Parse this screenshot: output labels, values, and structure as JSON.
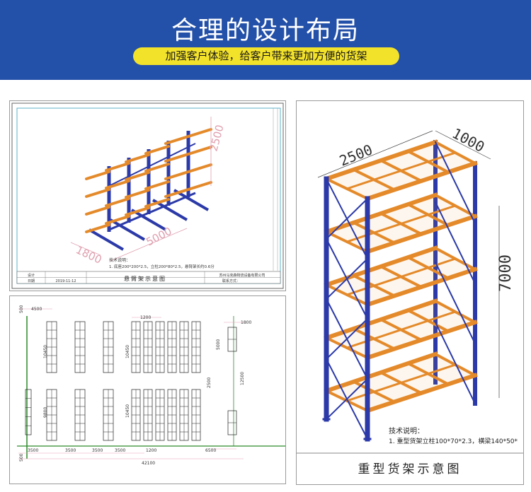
{
  "header": {
    "title": "合理的设计布局",
    "subtitle": "加强客户体验，给客户带来更加方便的货架"
  },
  "cantilever": {
    "dim_height": "2500",
    "dim_depth": "1800",
    "dim_length": "5000",
    "tech_heading": "技术说明：",
    "tech_text": "1. 底座200*200*2.5，立柱200*80*2.5，悬臂架长约0.6分",
    "design_label": "设计",
    "date_label": "日期",
    "date_value": "2019-11-12",
    "drawing_title": "悬臂架示意图",
    "company": "苏州马克森物流设备有限公司",
    "contact_label": "联系方式："
  },
  "layout_plan": {
    "dims": [
      "4500",
      "1200",
      "1800",
      "10450",
      "10450",
      "5000",
      "2500",
      "12500",
      "3500",
      "3500",
      "3500",
      "3500",
      "1200",
      "6500",
      "42100",
      "500",
      "500",
      "10450",
      "9800"
    ]
  },
  "heavy_rack": {
    "dim_width": "2500",
    "dim_depth": "1000",
    "dim_height": "7000",
    "tech_heading": "技术说明：",
    "tech_text": "1. 重型货架立柱100*70*2.3，横梁140*50*",
    "caption": "重型货架示意图"
  },
  "colors": {
    "banner": "#2350a8",
    "pill": "#f3e22a",
    "upright": "#2b3aa8",
    "beam": "#e48a2a",
    "dimension": "#e0a0b0"
  }
}
